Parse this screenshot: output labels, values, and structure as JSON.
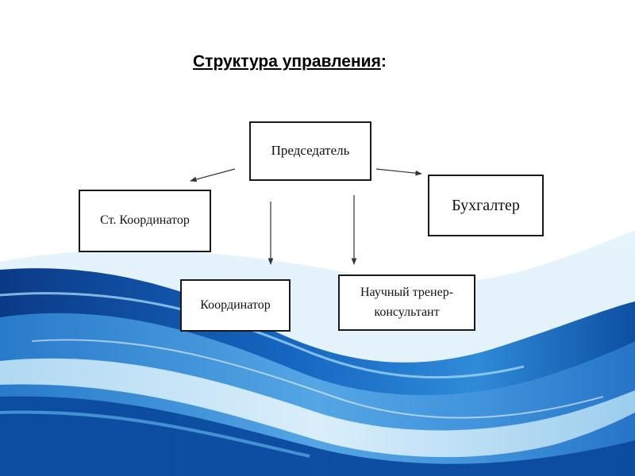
{
  "title": {
    "text": "Структура управления",
    "suffix": ":"
  },
  "nodes": {
    "chair": "Председатель",
    "accountant": "Бухгалтер",
    "senior_coordinator": "Ст. Координатор",
    "coordinator": "Координатор",
    "trainer_line1": "Научный тренер-",
    "trainer_line2": "консультант"
  },
  "colors": {
    "wave_deep": "#0a3f8f",
    "wave_mid": "#1e6fc4",
    "wave_light": "#7cc3ee",
    "wave_pale": "#d6eefa"
  }
}
